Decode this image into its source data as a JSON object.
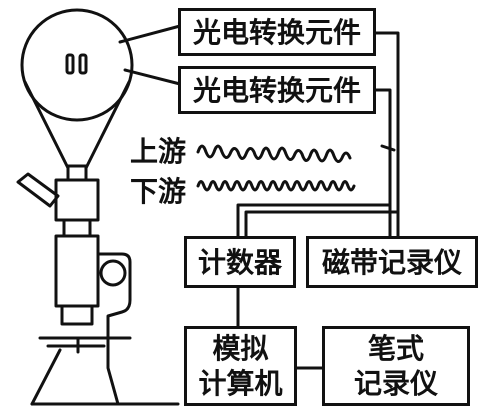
{
  "boxes": {
    "converter_top": "光电转换元件",
    "converter_bottom": "光电转换元件",
    "counter": "计数器",
    "tape_recorder": "磁带记录仪",
    "analog_computer_line1": "模拟",
    "analog_computer_line2": "计算机",
    "pen_recorder_line1": "笔式",
    "pen_recorder_line2": "记录仪"
  },
  "signals": {
    "upstream": "上游",
    "downstream": "下游"
  },
  "colors": {
    "ink": "#111111",
    "paper": "#ffffff"
  }
}
